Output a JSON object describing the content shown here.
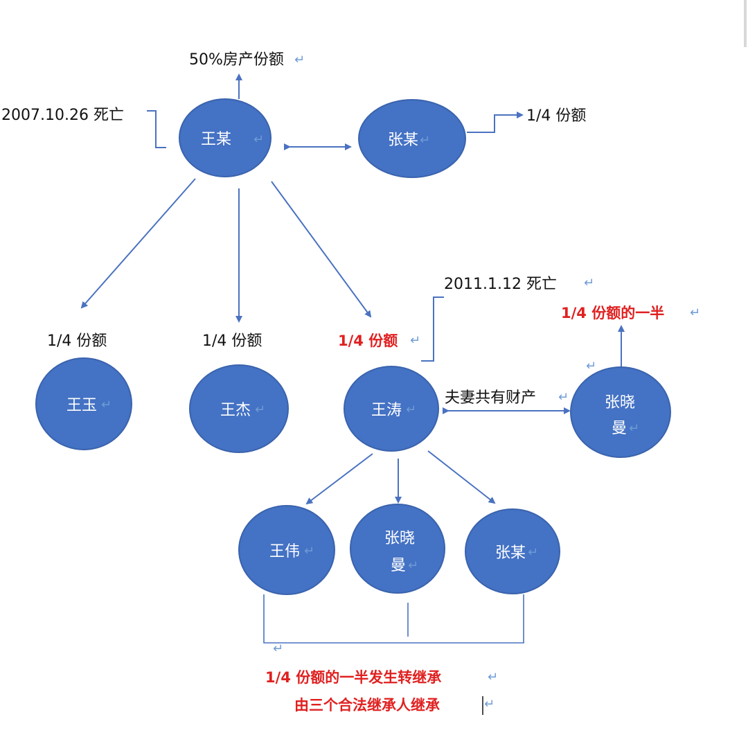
{
  "nodes": {
    "wang_mou": "王某",
    "zhang_mou_top": "张某",
    "wang_yu": "王玉",
    "wang_jie": "王杰",
    "wang_tao": "王涛",
    "zhang_xiaoman_right_1": "张晓",
    "zhang_xiaoman_right_2": "曼",
    "wang_wei": "王伟",
    "zhang_xiaoman_child_1": "张晓",
    "zhang_xiaoman_child_2": "曼",
    "zhang_mou_child": "张某"
  },
  "labels": {
    "house_share": "50%房产份额",
    "death_wang_mou": "2007.10.26 死亡",
    "zhang_mou_share": "1/4 份额",
    "wang_yu_share": "1/4 份额",
    "wang_jie_share": "1/4 份额",
    "wang_tao_share": "1/4 份额",
    "death_wang_tao": "2011.1.12 死亡",
    "half_share": "1/4 份额的一半",
    "marital_property": "夫妻共有财产",
    "transfer_line1": "1/4 份额的一半发生转继承",
    "transfer_line2": "由三个合法继承人继承"
  },
  "marks": {
    "return_mark": "↵"
  },
  "colors": {
    "node_fill": "#4472c4",
    "edge": "#4a72c0",
    "highlight_red": "#e02020",
    "return_mark": "#6e9bd6"
  }
}
